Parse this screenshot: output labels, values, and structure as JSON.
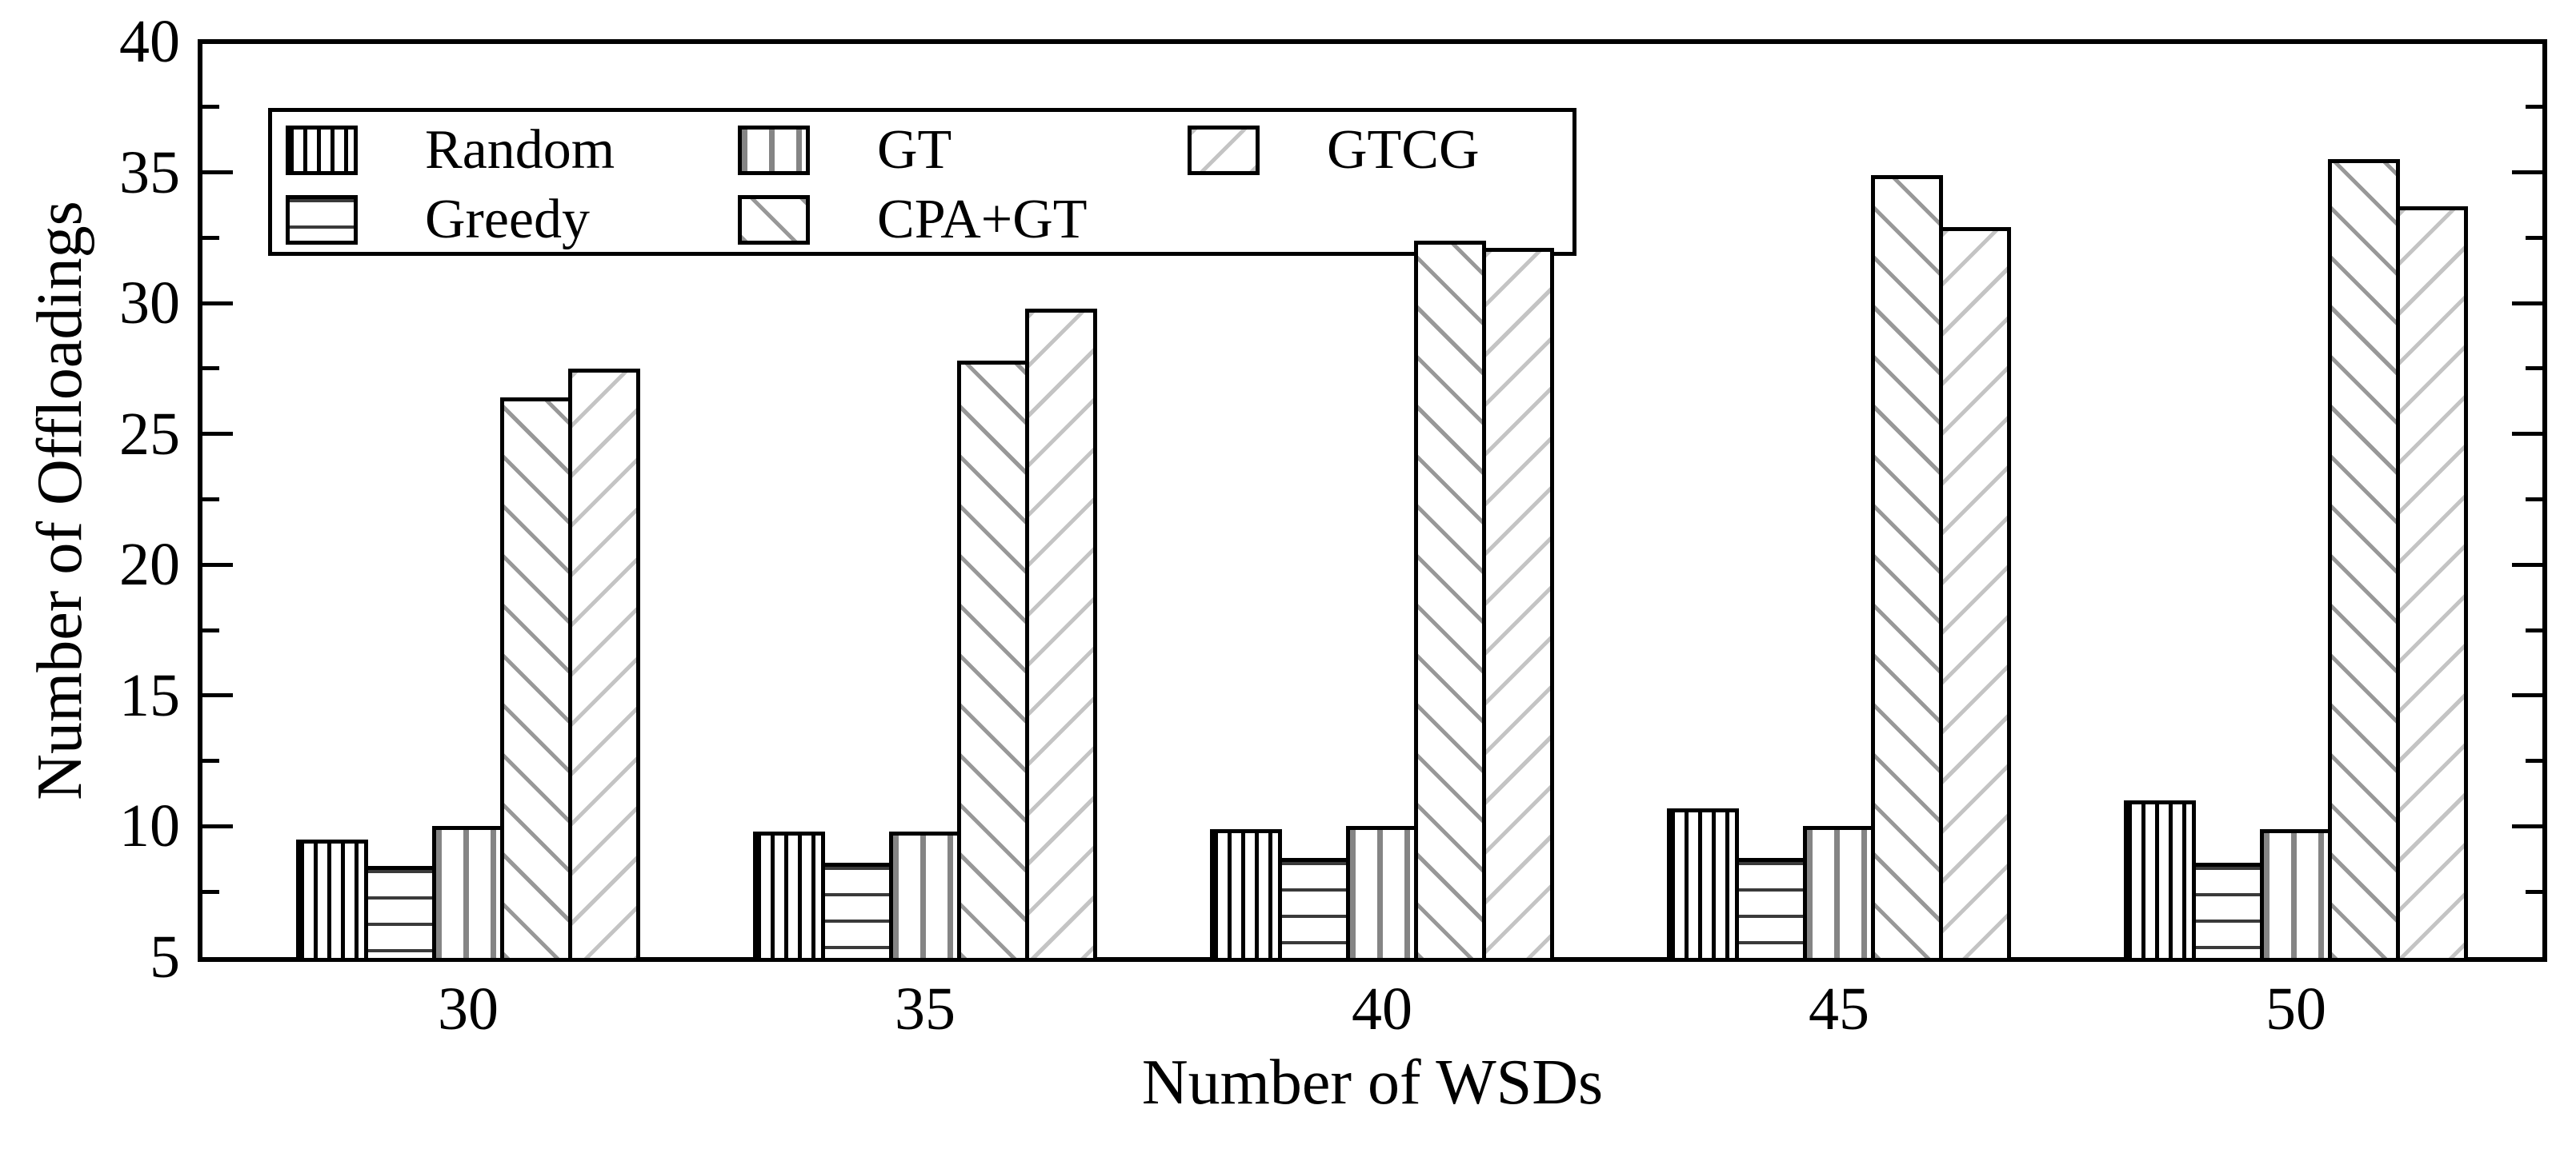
{
  "figure": {
    "background": "#ffffff",
    "foreground": "#000000"
  },
  "chart_data": {
    "type": "bar",
    "title": "",
    "xlabel": "Number of WSDs",
    "ylabel": "Number of Offloadings",
    "categories": [
      "30",
      "35",
      "40",
      "45",
      "50"
    ],
    "series": [
      {
        "name": "Random",
        "hatch": "vertical-dense-black",
        "values": [
          9.5,
          9.8,
          9.9,
          10.7,
          11.0
        ]
      },
      {
        "name": "Greedy",
        "hatch": "horizontal-dark",
        "values": [
          8.5,
          8.6,
          8.8,
          8.8,
          8.6
        ]
      },
      {
        "name": "GT",
        "hatch": "vertical-gray",
        "values": [
          10.0,
          9.8,
          10.0,
          10.0,
          9.9
        ]
      },
      {
        "name": "CPA+GT",
        "hatch": "diagonal-backslash-gray",
        "values": [
          26.4,
          27.8,
          32.4,
          34.9,
          35.5
        ]
      },
      {
        "name": "GTCG",
        "hatch": "diagonal-slash-lightgray",
        "values": [
          27.5,
          29.8,
          32.1,
          32.9,
          33.7
        ]
      }
    ],
    "ylim": [
      5,
      40
    ],
    "yticks": [
      5,
      10,
      15,
      20,
      25,
      30,
      35,
      40
    ],
    "y_minor_ticks": [
      7.5,
      12.5,
      17.5,
      22.5,
      27.5,
      32.5,
      37.5
    ],
    "grid": false,
    "bar_fill": "#ffffff",
    "bar_edge_color": "#000000",
    "hatch_colors": {
      "vertical-dense-black": "#000000",
      "horizontal-dark": "#3a3a3a",
      "vertical-gray": "#858585",
      "diagonal-backslash-gray": "#989898",
      "diagonal-slash-lightgray": "#c4c4c4"
    },
    "legend": {
      "position": "top-left",
      "rows": [
        [
          "Random",
          "GT",
          "GTCG"
        ],
        [
          "Greedy",
          "CPA+GT"
        ]
      ]
    }
  }
}
